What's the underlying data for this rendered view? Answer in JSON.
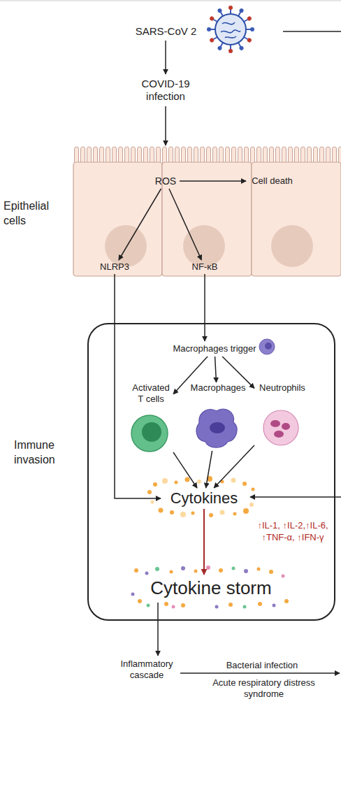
{
  "diagram": {
    "nodes": [
      {
        "text": [
          "SARS-CoV 2"
        ]
      },
      {
        "text": [
          "COVID-19 infection"
        ]
      },
      {
        "text": [
          "Epithelial cells"
        ]
      },
      {
        "text": [
          "ROS"
        ],
        "in": 2
      },
      {
        "text": [
          "Cell death"
        ],
        "in": 2
      },
      {
        "text": [
          "NLRP3"
        ],
        "in": 2
      },
      {
        "text": [
          "NF-κB"
        ],
        "in": 2
      },
      {
        "text": [
          "Immune invasion"
        ]
      },
      {
        "text": [
          "Macrophages trigger"
        ],
        "in": 7
      },
      {
        "text": [
          "Activated T cells"
        ],
        "in": 7
      },
      {
        "text": [
          "Macrophages"
        ],
        "in": 7
      },
      {
        "text": [
          "Neutrophils"
        ],
        "in": 7
      },
      {
        "text": [
          "Cytokines"
        ],
        "in": 7
      },
      {
        "text": [
          "Cytokine storm"
        ],
        "in": 7
      },
      {
        "text": [
          "Inflammatory cascade"
        ]
      }
    ],
    "edges": [
      {
        "from": 0,
        "to": 1,
        "arrow": "to"
      },
      {
        "from": 1,
        "to": 2,
        "arrow": "to"
      },
      {
        "from": 3,
        "to": 4,
        "arrow": "to"
      },
      {
        "from": 3,
        "to": 5,
        "arrow": "to"
      },
      {
        "from": 3,
        "to": 6,
        "arrow": "to"
      },
      {
        "from": 5,
        "to": 12,
        "arrow": "to"
      },
      {
        "from": 6,
        "to": 8,
        "arrow": "to"
      },
      {
        "from": 8,
        "to": 9,
        "arrow": "to"
      },
      {
        "from": 8,
        "to": 10,
        "arrow": "to"
      },
      {
        "from": 8,
        "to": 11,
        "arrow": "to"
      },
      {
        "from": 9,
        "to": 12,
        "arrow": "to"
      },
      {
        "from": 10,
        "to": 12,
        "arrow": "to"
      },
      {
        "from": 11,
        "to": 12,
        "arrow": "to"
      },
      {
        "from": 12,
        "to": 13,
        "label": "↑IL-1, ↑IL-2,↑IL-6, ↑TNF-α, ↑IFN-γ",
        "arrow": "to"
      },
      {
        "from": 13,
        "to": 14,
        "arrow": "to"
      }
    ],
    "labels": [
      "Bacterial infection",
      "Acute respiratory distress syndrome"
    ]
  }
}
